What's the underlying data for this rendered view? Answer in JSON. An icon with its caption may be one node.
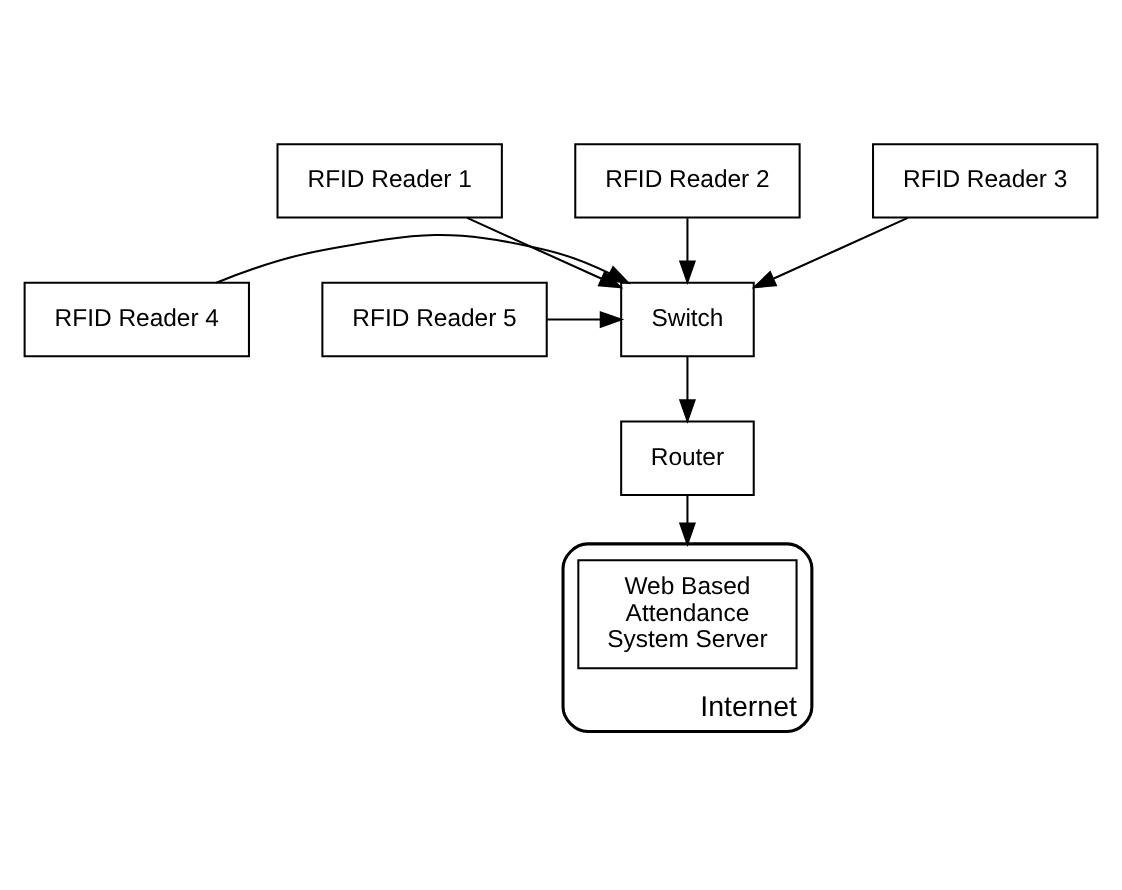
{
  "diagram": {
    "nodes": [
      {
        "text": [
          "RFID Reader 1"
        ]
      },
      {
        "text": [
          "RFID Reader 2"
        ]
      },
      {
        "text": [
          "RFID Reader 3"
        ]
      },
      {
        "text": [
          "RFID Reader 4"
        ]
      },
      {
        "text": [
          "Switch"
        ]
      },
      {
        "text": [
          "RFID Reader 5"
        ]
      },
      {
        "text": [
          "Router"
        ]
      },
      {
        "text": [],
        "shape": "cloud",
        "beside": [
          "Internet"
        ]
      },
      {
        "text": [
          "Web Based Attendance System Server"
        ],
        "in": 7
      }
    ],
    "edges": [
      {
        "from": 0,
        "to": 4,
        "arrow": "to"
      },
      {
        "from": 1,
        "to": 4,
        "arrow": "to"
      },
      {
        "from": 2,
        "to": 4,
        "arrow": "to"
      },
      {
        "from": 3,
        "to": 4,
        "arrow": "to"
      },
      {
        "from": 5,
        "to": 4,
        "arrow": "to"
      },
      {
        "from": 4,
        "to": 6,
        "arrow": "to"
      },
      {
        "from": 6,
        "to": 7,
        "arrow": "to"
      }
    ]
  }
}
